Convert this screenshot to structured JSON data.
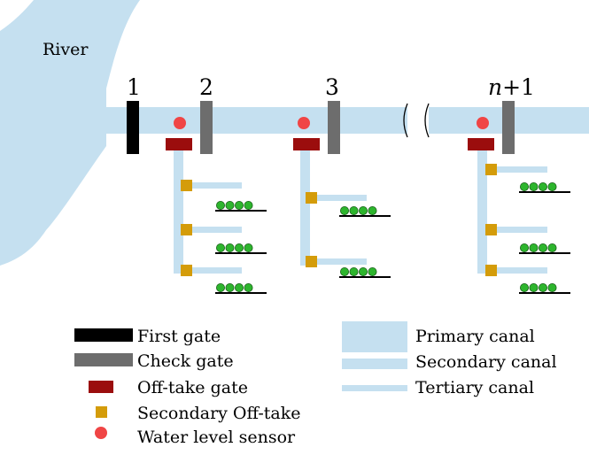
{
  "river": {
    "label": "River"
  },
  "gates": [
    {
      "label": "1"
    },
    {
      "label": "2"
    },
    {
      "label": "3"
    },
    {
      "label_italic": "n",
      "label_rest": "+1"
    }
  ],
  "legend": {
    "first_gate": "First gate",
    "check_gate": "Check gate",
    "offtake_gate": "Off-take gate",
    "secondary_offtake": "Secondary Off-take",
    "water_level_sensor": "Water level sensor",
    "primary_canal": "Primary canal",
    "secondary_canal": "Secondary canal",
    "tertiary_canal": "Tertiary canal"
  },
  "colors": {
    "water": "#c5e0f0",
    "first_gate": "#000000",
    "check_gate": "#6d6d6d",
    "offtake_gate": "#9b0d0d",
    "secondary_offtake": "#d49c0a",
    "sensor": "#f04545",
    "field": "#2db52d"
  }
}
